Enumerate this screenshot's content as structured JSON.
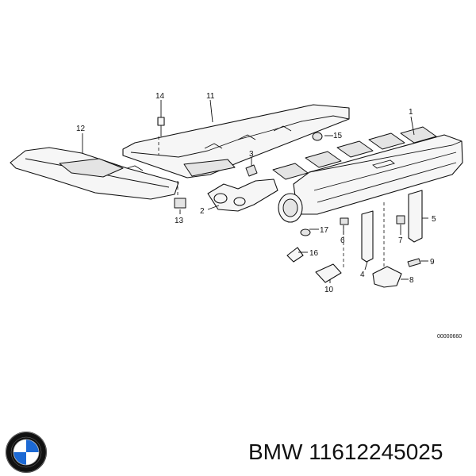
{
  "diagram": {
    "callouts": [
      "1",
      "2",
      "3",
      "4",
      "5",
      "6",
      "7",
      "8",
      "9",
      "10",
      "11",
      "12",
      "13",
      "14",
      "15",
      "16",
      "17"
    ],
    "drawing_code": "00000660"
  },
  "brand": {
    "logo_icon": "bmw-roundel-logo",
    "logo_colors": {
      "blue": "#1c69d4",
      "white": "#ffffff",
      "ring": "#111111"
    }
  },
  "footer": {
    "part_number": "BMW 11612245025"
  }
}
